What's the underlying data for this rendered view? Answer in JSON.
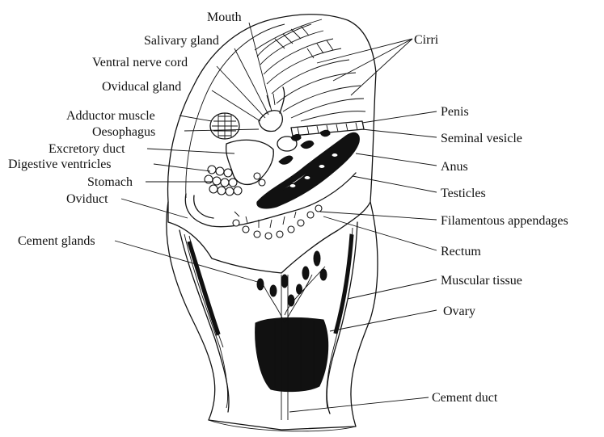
{
  "labels": {
    "mouth": "Mouth",
    "salivary_gland": "Salivary gland",
    "ventral_nerve_cord": "Ventral nerve cord",
    "oviducal_gland": "Oviducal gland",
    "adductor_muscle": "Adductor muscle",
    "oesophagus": "Oesophagus",
    "excretory_duct": "Excretory duct",
    "digestive_ventricles": "Digestive ventricles",
    "stomach": "Stomach",
    "oviduct": "Oviduct",
    "cement_glands": "Cement glands",
    "cirri": "Cirri",
    "penis": "Penis",
    "seminal_vesicle": "Seminal vesicle",
    "anus": "Anus",
    "testicles": "Testicles",
    "filamentous_appendages": "Filamentous appendages",
    "rectum": "Rectum",
    "muscular_tissue": "Muscular tissue",
    "ovary": "Ovary",
    "cement_duct": "Cement duct"
  }
}
